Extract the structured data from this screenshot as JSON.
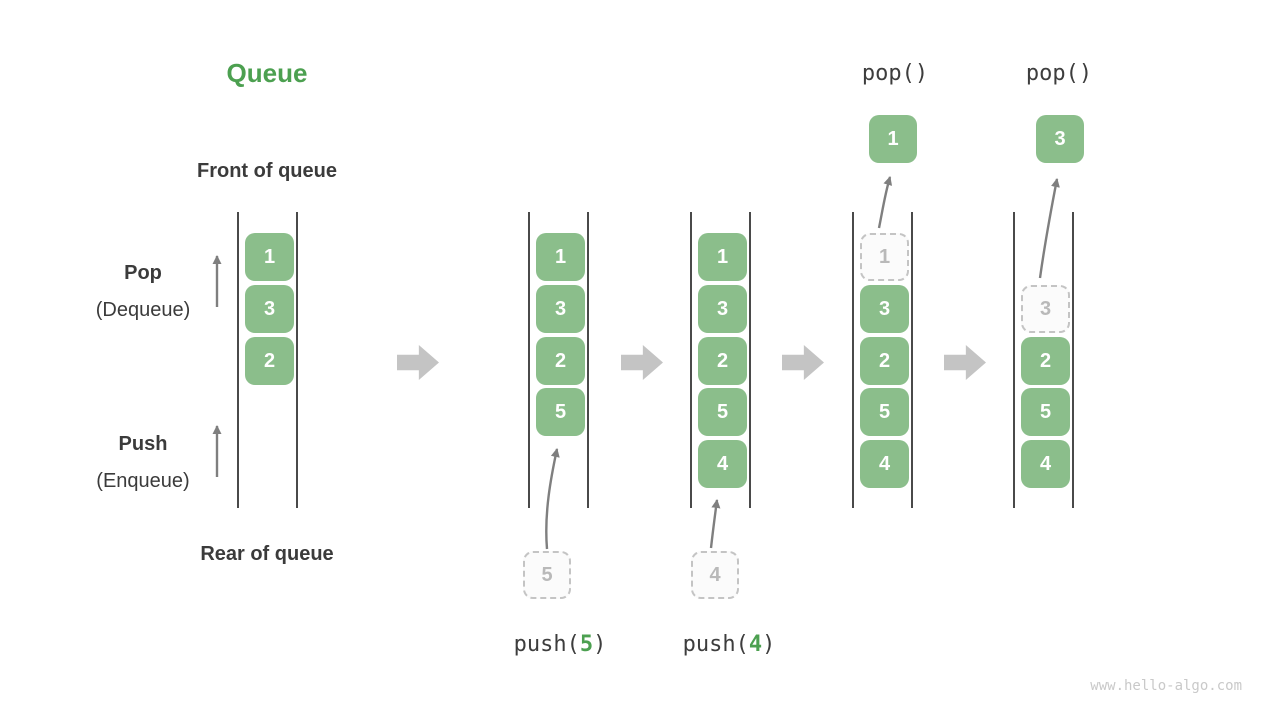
{
  "title": "Queue",
  "labels": {
    "front": "Front of queue",
    "rear": "Rear of queue",
    "pop": "Pop",
    "pop_sub": "(Dequeue)",
    "push": "Push",
    "push_sub": "(Enqueue)"
  },
  "colors": {
    "element_green": "#8BBE8B",
    "accent_green": "#4CA050",
    "dark_text": "#3B3B3B",
    "wall_gray": "#4A4A4A",
    "thin_arrow_gray": "#7F7F7F",
    "block_arrow_gray": "#C4C4C4",
    "ghost_gray": "#C4C4C4"
  },
  "states": [
    {
      "name": "initial",
      "items": [
        "1",
        "3",
        "2"
      ]
    },
    {
      "name": "after-push-5",
      "items": [
        "1",
        "3",
        "2",
        "5"
      ],
      "staged_value": "5",
      "op": {
        "pre": "push(",
        "val": "5",
        "post": ")"
      }
    },
    {
      "name": "after-push-4",
      "items": [
        "1",
        "3",
        "2",
        "5",
        "4"
      ],
      "staged_value": "4",
      "op": {
        "pre": "push(",
        "val": "4",
        "post": ")"
      }
    },
    {
      "name": "pop-1",
      "ghost_value": "1",
      "items": [
        "3",
        "2",
        "5",
        "4"
      ],
      "popped_value": "1",
      "op_label": "pop()"
    },
    {
      "name": "pop-3",
      "ghost_value": "3",
      "items": [
        "2",
        "5",
        "4"
      ],
      "popped_value": "3",
      "op_label": "pop()"
    }
  ],
  "watermark": "www.hello-algo.com"
}
